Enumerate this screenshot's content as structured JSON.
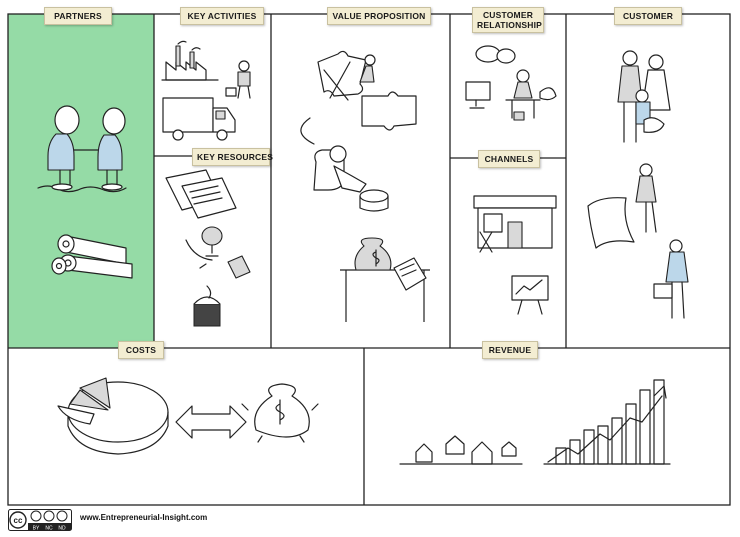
{
  "canvas": {
    "blocks": [
      {
        "id": "partners",
        "label": "PARTNERS"
      },
      {
        "id": "key_activities",
        "label": "KEY ACTIVITIES"
      },
      {
        "id": "key_resources",
        "label": "KEY RESOURCES"
      },
      {
        "id": "value_proposition",
        "label": "VALUE PROPOSITION"
      },
      {
        "id": "customer_relationship",
        "label": "CUSTOMER RELATIONSHIP"
      },
      {
        "id": "channels",
        "label": "CHANNELS"
      },
      {
        "id": "customer",
        "label": "CUSTOMER"
      },
      {
        "id": "costs",
        "label": "COSTS"
      },
      {
        "id": "revenue",
        "label": "REVENUE"
      }
    ],
    "partners_fill_color": "#95dba6"
  },
  "footer": {
    "website": "www.Entrepreneurial-Insight.com",
    "license_badge": "cc",
    "license_terms": [
      "BY",
      "NC",
      "ND"
    ]
  }
}
